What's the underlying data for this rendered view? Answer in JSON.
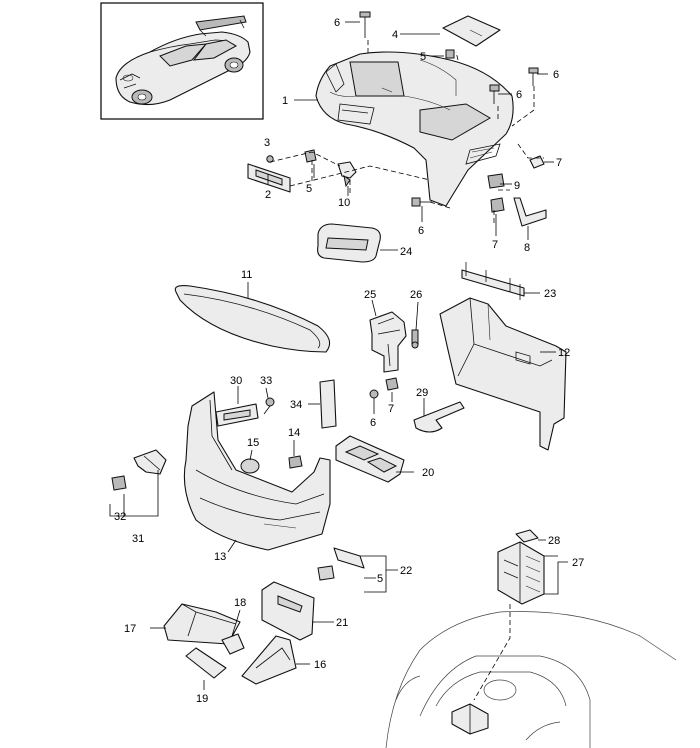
{
  "diagram": {
    "callouts": [
      {
        "id": "1",
        "text": "1"
      },
      {
        "id": "2",
        "text": "2"
      },
      {
        "id": "3",
        "text": "3"
      },
      {
        "id": "4",
        "text": "4"
      },
      {
        "id": "5a",
        "text": "5"
      },
      {
        "id": "5b",
        "text": "5"
      },
      {
        "id": "5c",
        "text": "5"
      },
      {
        "id": "6a",
        "text": "6"
      },
      {
        "id": "6b",
        "text": "6"
      },
      {
        "id": "6c",
        "text": "6"
      },
      {
        "id": "6d",
        "text": "6"
      },
      {
        "id": "6e",
        "text": "6"
      },
      {
        "id": "7a",
        "text": "7"
      },
      {
        "id": "7b",
        "text": "7"
      },
      {
        "id": "7c",
        "text": "7"
      },
      {
        "id": "8",
        "text": "8"
      },
      {
        "id": "9",
        "text": "9"
      },
      {
        "id": "10",
        "text": "10"
      },
      {
        "id": "11",
        "text": "11"
      },
      {
        "id": "12",
        "text": "12"
      },
      {
        "id": "13",
        "text": "13"
      },
      {
        "id": "14",
        "text": "14"
      },
      {
        "id": "15",
        "text": "15"
      },
      {
        "id": "16",
        "text": "16"
      },
      {
        "id": "17",
        "text": "17"
      },
      {
        "id": "18",
        "text": "18"
      },
      {
        "id": "19",
        "text": "19"
      },
      {
        "id": "20",
        "text": "20"
      },
      {
        "id": "21",
        "text": "21"
      },
      {
        "id": "22",
        "text": "22"
      },
      {
        "id": "23",
        "text": "23"
      },
      {
        "id": "24",
        "text": "24"
      },
      {
        "id": "25",
        "text": "25"
      },
      {
        "id": "26",
        "text": "26"
      },
      {
        "id": "27",
        "text": "27"
      },
      {
        "id": "28",
        "text": "28"
      },
      {
        "id": "29",
        "text": "29"
      },
      {
        "id": "30",
        "text": "30"
      },
      {
        "id": "31",
        "text": "31"
      },
      {
        "id": "32",
        "text": "32"
      },
      {
        "id": "33",
        "text": "33"
      },
      {
        "id": "34",
        "text": "34"
      }
    ]
  }
}
